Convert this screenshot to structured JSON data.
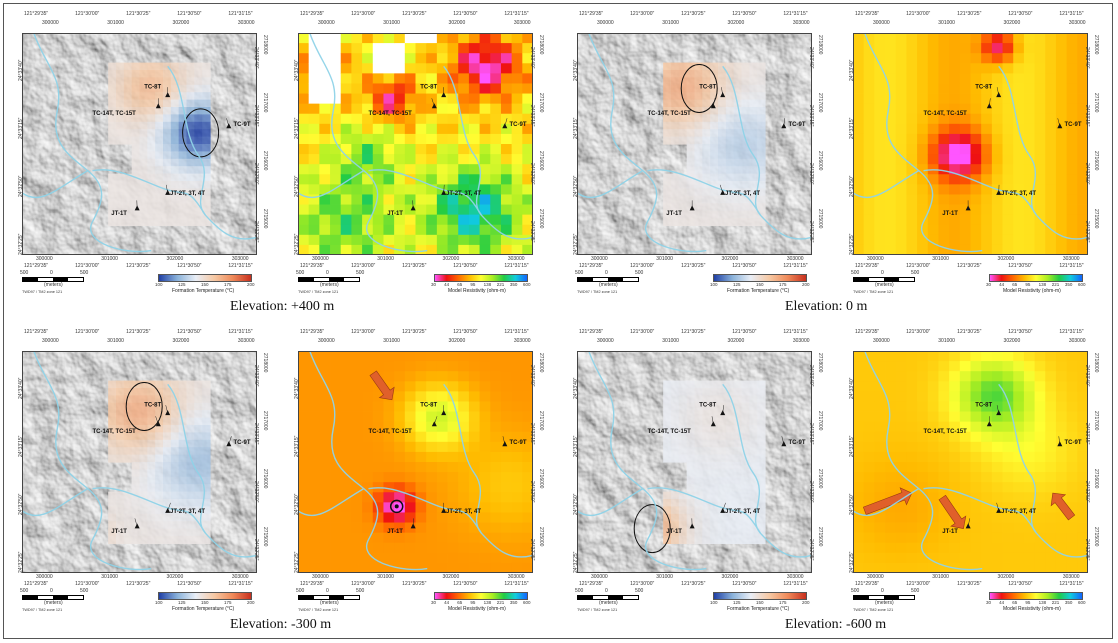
{
  "colors": {
    "water": "#8fd3e8",
    "temp_scale": [
      "#1f3fa5",
      "#8ab2da",
      "#e9eef6",
      "#f6c9a4",
      "#ef8a5a",
      "#c8301e"
    ],
    "resistivity_scale": [
      "#ff55ff",
      "#ee1111",
      "#ff6600",
      "#ffbb00",
      "#ffff33",
      "#aaee22",
      "#22cc44",
      "#11ccdd",
      "#1166ff"
    ],
    "arrow": "#e0602a"
  },
  "ticks": {
    "top_lon_left": [
      "121°29'35\"",
      "121°30'00\"",
      "121°30'25\"",
      "121°30'50\"",
      "121°31'15\""
    ],
    "top_easting": [
      "300000",
      "301000",
      "302000",
      "303000"
    ],
    "bottom_easting": [
      "300000",
      "301000",
      "302000",
      "303000"
    ],
    "bottom_lon": [
      "121°29'35\"",
      "121°30'00\"",
      "121°30'25\"",
      "121°30'50\"",
      "121°31'15\""
    ],
    "right_lat": [
      "24°33'40\"",
      "24°33'15\"",
      "24°32'50\"",
      "24°32'25\""
    ],
    "right_northing": [
      "2718000",
      "2717000",
      "2716000",
      "2715000"
    ]
  },
  "scalebar": {
    "labels": [
      "500",
      "0",
      "500"
    ],
    "unit": "(meters)",
    "crs": "TWD97 / TM2 zone 121"
  },
  "temperature_colorbar": {
    "title": "Formation Temperature (°C)",
    "ticks": [
      "100",
      "125",
      "150",
      "175",
      "200"
    ]
  },
  "resistivity_colorbar": {
    "title": "Model Resistivity (ohm-m)",
    "ticks": [
      "30",
      "44",
      "65",
      "95",
      "138",
      "221",
      "350",
      "600"
    ]
  },
  "well_labels": {
    "tc8t": "TC-8T",
    "tc14t": "TC-14T, TC-15T",
    "tc9t": "TC-9T",
    "jt2t": "JT-2T, 3T, 4T",
    "jt1t": "JT-1T"
  },
  "panels": [
    {
      "caption": "Elevation: +400 m"
    },
    {
      "caption": "Elevation: 0 m"
    },
    {
      "caption": "Elevation: -300 m"
    },
    {
      "caption": "Elevation: -600 m"
    }
  ]
}
